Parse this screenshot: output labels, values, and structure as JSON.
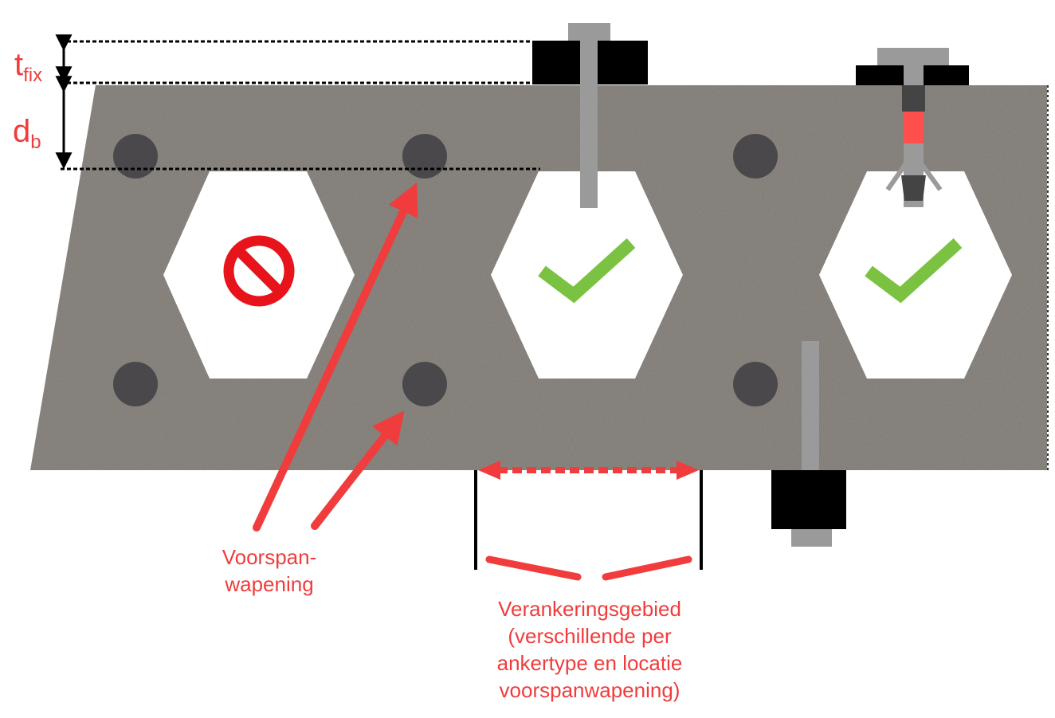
{
  "dimensions": {
    "t_main": "t",
    "t_sub": "fix",
    "d_main": "d",
    "d_sub": "b"
  },
  "labels": {
    "prestress_line1": "Voorspan-",
    "prestress_line2": "wapening",
    "anchor_zone_line1": "Verankeringsgebied",
    "anchor_zone_line2": "(verschillende per",
    "anchor_zone_line3": "ankertype en locatie",
    "anchor_zone_line4": "voorspanwapening)"
  },
  "colors": {
    "label_red": "#f03c3c",
    "concrete": "#8f8a84",
    "tendon": "#4a484b",
    "check_green": "#7cc242",
    "forbidden_red": "#e8141c",
    "bolt_gray": "#9a9a9a",
    "plate_black": "#000000"
  },
  "icons": {
    "void_1": "forbidden-icon",
    "void_2": "checkmark-icon",
    "void_3": "checkmark-icon"
  }
}
